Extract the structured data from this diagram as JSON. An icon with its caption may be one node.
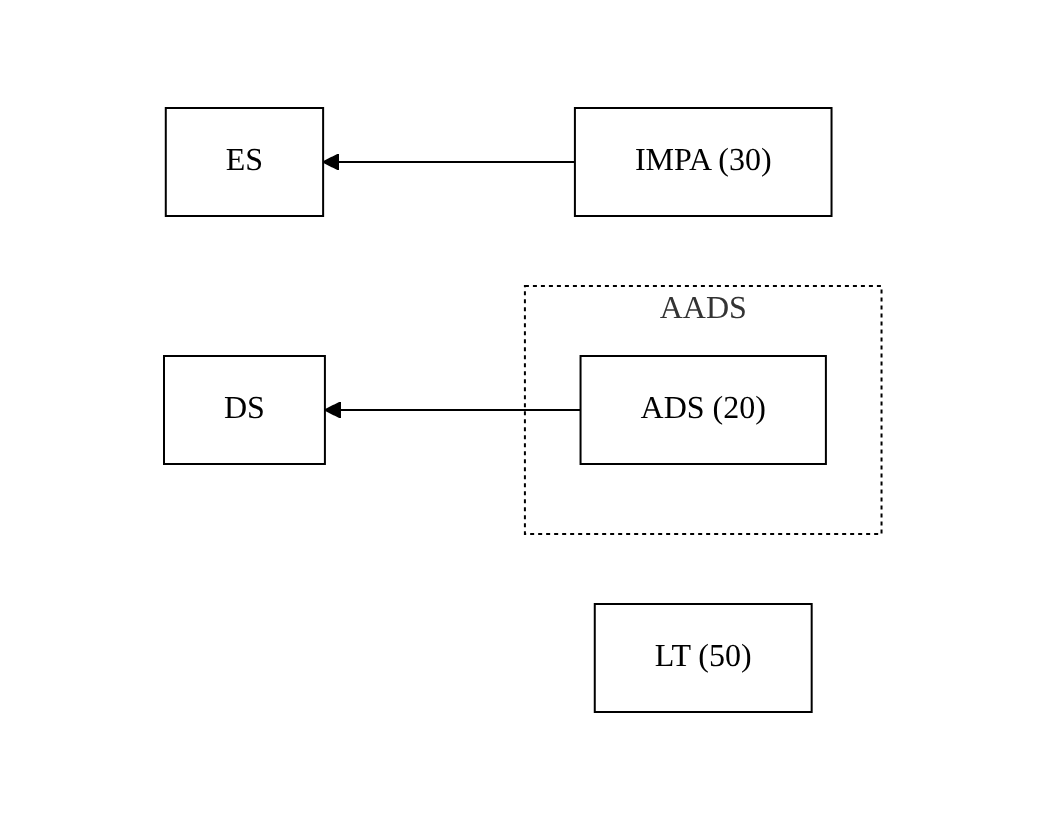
{
  "diagram": {
    "nodes": [
      {
        "text": [
          "ES"
        ]
      },
      {
        "text": [
          "IMPA (30)"
        ]
      },
      {
        "text": [
          "AADS"
        ]
      },
      {
        "text": [
          "DS"
        ]
      },
      {
        "text": [
          "ADS (20)"
        ],
        "in": 2
      },
      {
        "text": [
          "LT (50)"
        ]
      }
    ],
    "edges": [
      {
        "from": 1,
        "to": 0,
        "arrow": "to"
      },
      {
        "from": 4,
        "to": 3,
        "arrow": "to"
      }
    ]
  }
}
